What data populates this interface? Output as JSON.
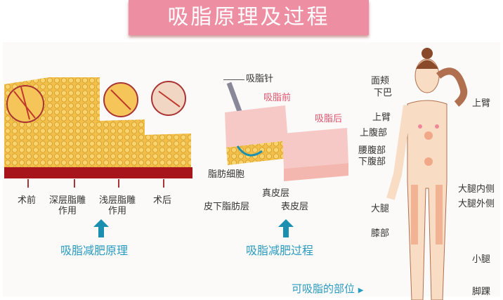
{
  "title": "吸脂原理及过程",
  "principle": {
    "stages": [
      "术前",
      "深层脂雕作用",
      "浅层脂雕作用",
      "术后"
    ],
    "stage_lines": [
      [
        "术前"
      ],
      [
        "深层脂雕",
        "作用"
      ],
      [
        "浅层脂雕",
        "作用"
      ],
      [
        "术后"
      ]
    ],
    "caption": "吸脂减肥原理"
  },
  "process": {
    "needle": "吸脂针",
    "before": "吸脂前",
    "after": "吸脂后",
    "fat_cell": "脂肪细胞",
    "dermis": "真皮层",
    "subcutaneous": "皮下脂肪层",
    "epidermis": "表皮层",
    "caption": "吸脂减肥过程"
  },
  "body": {
    "caption": "可吸脂的部位",
    "left_labels": [
      "面颊",
      "下巴",
      "上臂",
      "上腹部",
      "腰腹部",
      "下腹部",
      "大腿",
      "膝部"
    ],
    "right_labels": [
      "上臂",
      "大腿内侧",
      "大腿外侧",
      "小腿",
      "脚踝"
    ]
  },
  "colors": {
    "banner": "#ee8ea3",
    "accent": "#2a9bc0",
    "fat": "#f2c04a",
    "base": "#a8141c",
    "skin": "#f9dcc4"
  }
}
